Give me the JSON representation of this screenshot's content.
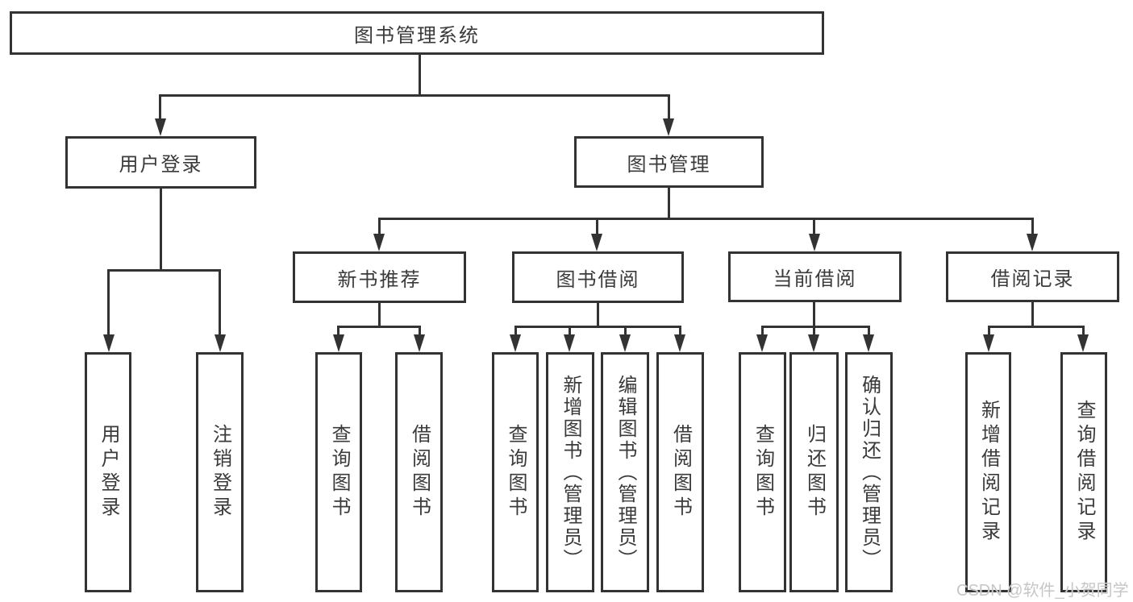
{
  "diagram_title": "图书管理系统",
  "tree": {
    "label": "图书管理系统",
    "children": [
      {
        "label": "用户登录",
        "children": [
          {
            "label": "用户登录"
          },
          {
            "label": "注销登录"
          }
        ]
      },
      {
        "label": "图书管理",
        "children": [
          {
            "label": "新书推荐",
            "children": [
              {
                "label": "查询图书"
              },
              {
                "label": "借阅图书"
              }
            ]
          },
          {
            "label": "图书借阅",
            "children": [
              {
                "label": "查询图书"
              },
              {
                "label": "新增图书（管理员）"
              },
              {
                "label": "编辑图书（管理员）"
              },
              {
                "label": "借阅图书"
              }
            ]
          },
          {
            "label": "当前借阅",
            "children": [
              {
                "label": "查询图书"
              },
              {
                "label": "归还图书"
              },
              {
                "label": "确认归还（管理员）"
              }
            ]
          },
          {
            "label": "借阅记录",
            "children": [
              {
                "label": "新增借阅记录"
              },
              {
                "label": "查询借阅记录"
              }
            ]
          }
        ]
      }
    ]
  },
  "watermark": {
    "text": "CSDN @软件_小贺同学"
  },
  "colors": {
    "line": "#333333",
    "text": "#3a3a3a",
    "background": "#ffffff",
    "watermark": "#c6c6c6"
  }
}
